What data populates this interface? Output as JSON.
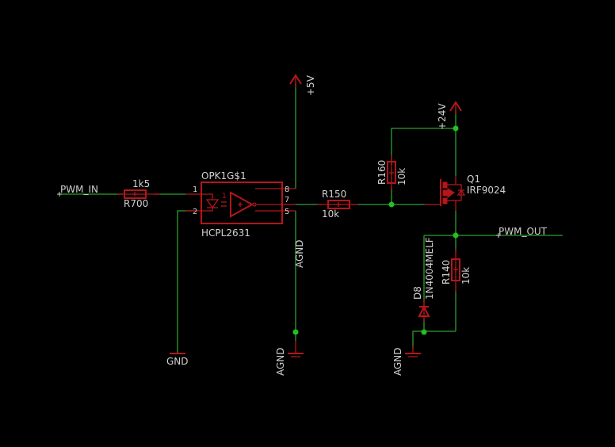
{
  "schematic": {
    "background": "#000000",
    "colors": {
      "wire": "#2f9e2f",
      "symbol": "#b3161b",
      "junction": "#22c022",
      "text": "#d0d0d0"
    },
    "nets": {
      "pwm_in": "PWM_IN",
      "pwm_out": "PWM_OUT"
    },
    "supplies": {
      "plus5v": "+5V",
      "plus24v": "+24V",
      "gnd": "GND",
      "agnd_top": "AGND",
      "agnd_bottom_mid": "AGND",
      "agnd_bottom_right": "AGND"
    },
    "components": {
      "r700": {
        "name": "R700",
        "value": "1k5"
      },
      "opto": {
        "name": "OPK1G$1",
        "value": "HCPL2631",
        "pins": {
          "p1": "1",
          "p2": "2",
          "p8": "8",
          "p7": "7",
          "p5": "5"
        },
        "led_pin_label": "1"
      },
      "r150": {
        "name": "R150",
        "value": "10k"
      },
      "r160": {
        "name": "R160",
        "value": "10k"
      },
      "q1": {
        "name": "Q1",
        "value": "IRF9024"
      },
      "r140": {
        "name": "R140",
        "value": "10k"
      },
      "d8": {
        "name": "D8",
        "value": "1N4004MELF"
      }
    }
  }
}
